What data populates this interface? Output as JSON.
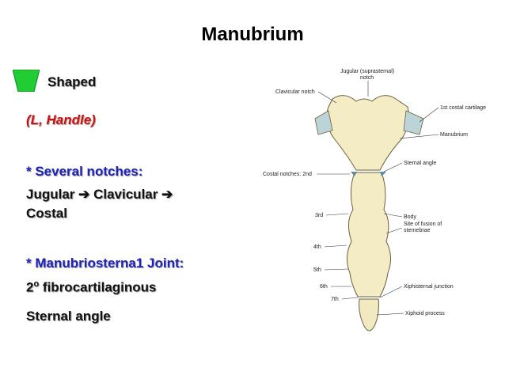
{
  "title": "Manubrium",
  "shape_color": "#22cc33",
  "bullets": {
    "shaped": "Shaped",
    "handle": "(L, Handle)",
    "notches_heading": "* Several notches:",
    "notches_line1": "Jugular ➔ Clavicular ➔",
    "notches_line2": "Costal",
    "joint_heading": "* Manubriosterna1 Joint:",
    "joint_line1_pre": "2",
    "joint_line1_sup": "o",
    "joint_line1_post": " fibrocartilaginous",
    "joint_line2": "Sternal angle"
  },
  "diagram": {
    "labels": {
      "jugular": "Jugular (suprasternal)",
      "jugular2": "notch",
      "clavicular": "Clavicular notch",
      "costal1": "1st costal cartilage",
      "manubrium": "Manubrium",
      "sternal_angle": "Sternal angle",
      "costal_notches": "Costal notches: 2nd",
      "third": "3rd",
      "body": "Body",
      "fusion1": "Site of fusion of",
      "fusion2": "sternebrae",
      "fourth": "4th",
      "fifth": "5th",
      "sixth": "6th",
      "seventh": "7th",
      "xiphisternal": "Xiphisternal junction",
      "xiphoid": "Xiphoid process"
    }
  }
}
